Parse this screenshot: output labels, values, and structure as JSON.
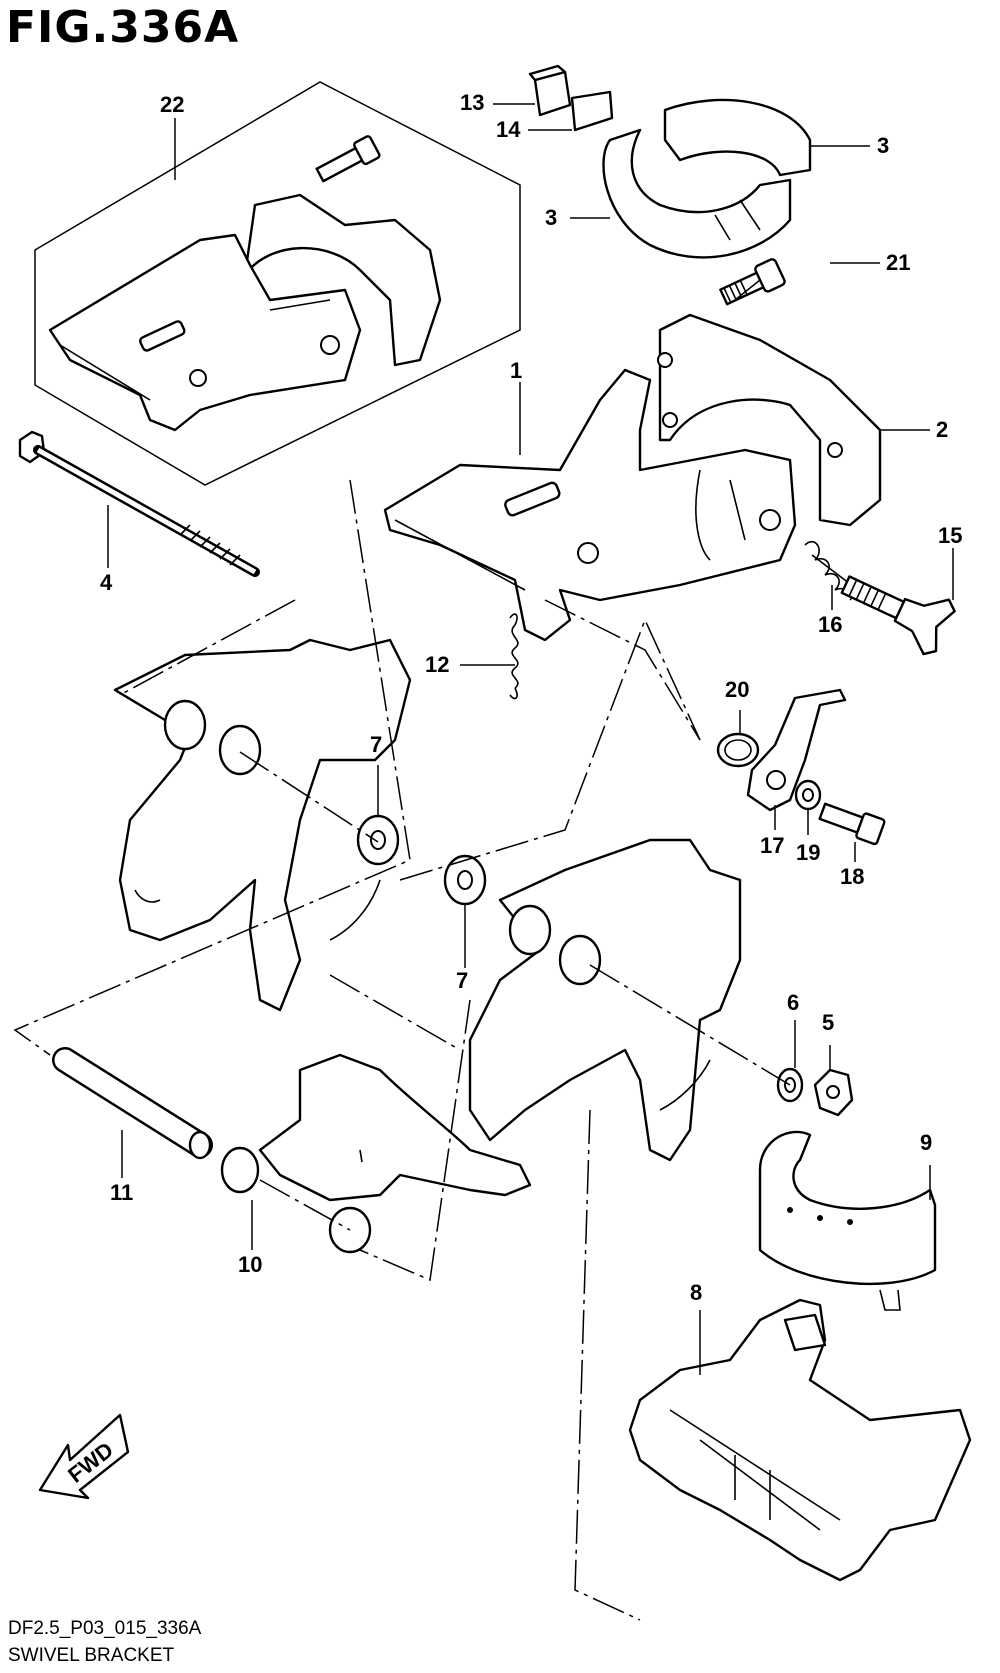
{
  "figure": {
    "title": "FIG.336A",
    "code": "DF2.5_P03_015_336A",
    "name": "SWIVEL BRACKET",
    "fwd_label": "FWD"
  },
  "callouts": [
    "22",
    "13",
    "14",
    "3",
    "3",
    "21",
    "1",
    "2",
    "4",
    "15",
    "16",
    "12",
    "20",
    "7",
    "17",
    "19",
    "18",
    "7",
    "6",
    "5",
    "9",
    "11",
    "10",
    "8"
  ],
  "icons": [
    "fwd-arrow-icon"
  ]
}
